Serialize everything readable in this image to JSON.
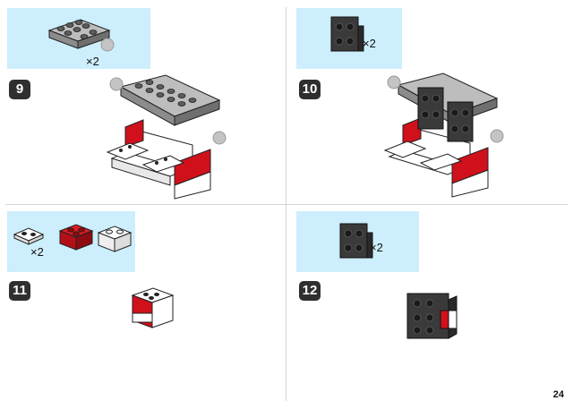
{
  "steps": [
    {
      "number": "9",
      "quantity": "×2"
    },
    {
      "number": "10",
      "quantity": "×2"
    },
    {
      "number": "11",
      "quantity": "×2"
    },
    {
      "number": "12",
      "quantity": "×2"
    }
  ],
  "page_number": "24",
  "colors": {
    "parts_box": "#cdeefc",
    "badge": "#2f2f2f",
    "brick_red": "#d0111b",
    "brick_white": "#ffffff",
    "brick_light_gray": "#9a9a9a",
    "brick_dark_gray": "#3a3a3a"
  }
}
